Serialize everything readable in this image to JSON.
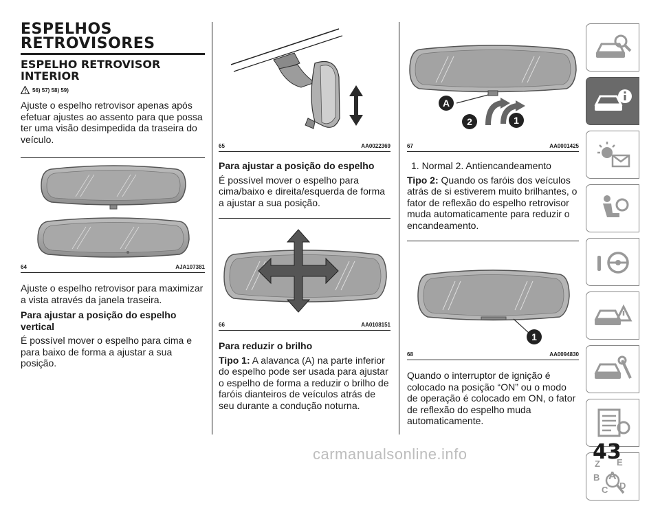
{
  "section_title": "ESPELHOS RETROVISORES",
  "subsection_title": "ESPELHO RETROVISOR INTERIOR",
  "warning_refs": "56) 57) 58) 59)",
  "col1": {
    "intro": "Ajuste o espelho retrovisor apenas após efetuar ajustes ao assento para que possa ter uma visão desimpedida da traseira do veículo.",
    "fig_num": "64",
    "fig_code": "AJA107381",
    "para2": "Ajuste o espelho retrovisor para maximizar a vista através da janela traseira.",
    "heading": "Para ajustar a posição do espelho vertical",
    "para3": "É possível mover o espelho para cima e para baixo de forma a ajustar a sua posição."
  },
  "col2": {
    "fig1_num": "65",
    "fig1_code": "AA0022369",
    "heading1": "Para ajustar a posição do espelho",
    "para1": "É possível mover o espelho para cima/baixo e direita/esquerda de forma a ajustar a sua posição.",
    "fig2_num": "66",
    "fig2_code": "AA0108151",
    "heading2": "Para reduzir o brilho",
    "tipo_label": "Tipo 1:",
    "tipo_text": " A alavanca (A) na parte inferior do espelho pode ser usada para ajustar o espelho de forma a reduzir o brilho de faróis dianteiros de veículos atrás de seu durante a condução noturna."
  },
  "col3": {
    "fig1_num": "67",
    "fig1_code": "AA0001425",
    "fig1_label_a": "A",
    "fig1_label_2": "2",
    "fig1_label_1": "1",
    "legend": "1. Normal  2. Antiencandeamento",
    "tipo_label": "Tipo 2:",
    "tipo_text": " Quando os faróis dos veículos atrás de si estiverem muito brilhantes, o fator de reflexão do espelho retrovisor muda automaticamente para reduzir o encandeamento.",
    "fig2_num": "68",
    "fig2_code": "AA0094830",
    "fig2_label_1": "1",
    "para": "Quando o interruptor de ignição é colocado na posição “ON” ou o modo de operação é colocado em ON, o fator de reflexão do espelho muda automaticamente."
  },
  "sidebar_tabs": [
    {
      "icon": "car-magnifier-icon"
    },
    {
      "icon": "car-info-icon"
    },
    {
      "icon": "warning-lights-icon"
    },
    {
      "icon": "airbag-seat-icon"
    },
    {
      "icon": "steering-wheel-icon"
    },
    {
      "icon": "car-breakdown-icon"
    },
    {
      "icon": "car-service-icon"
    },
    {
      "icon": "specifications-icon"
    },
    {
      "icon": "alphabetical-index-icon"
    }
  ],
  "index_letters": [
    "Z",
    "E",
    "B",
    "A",
    "C",
    "D"
  ],
  "page_number": "43",
  "watermark": "carmanualsonline.info"
}
